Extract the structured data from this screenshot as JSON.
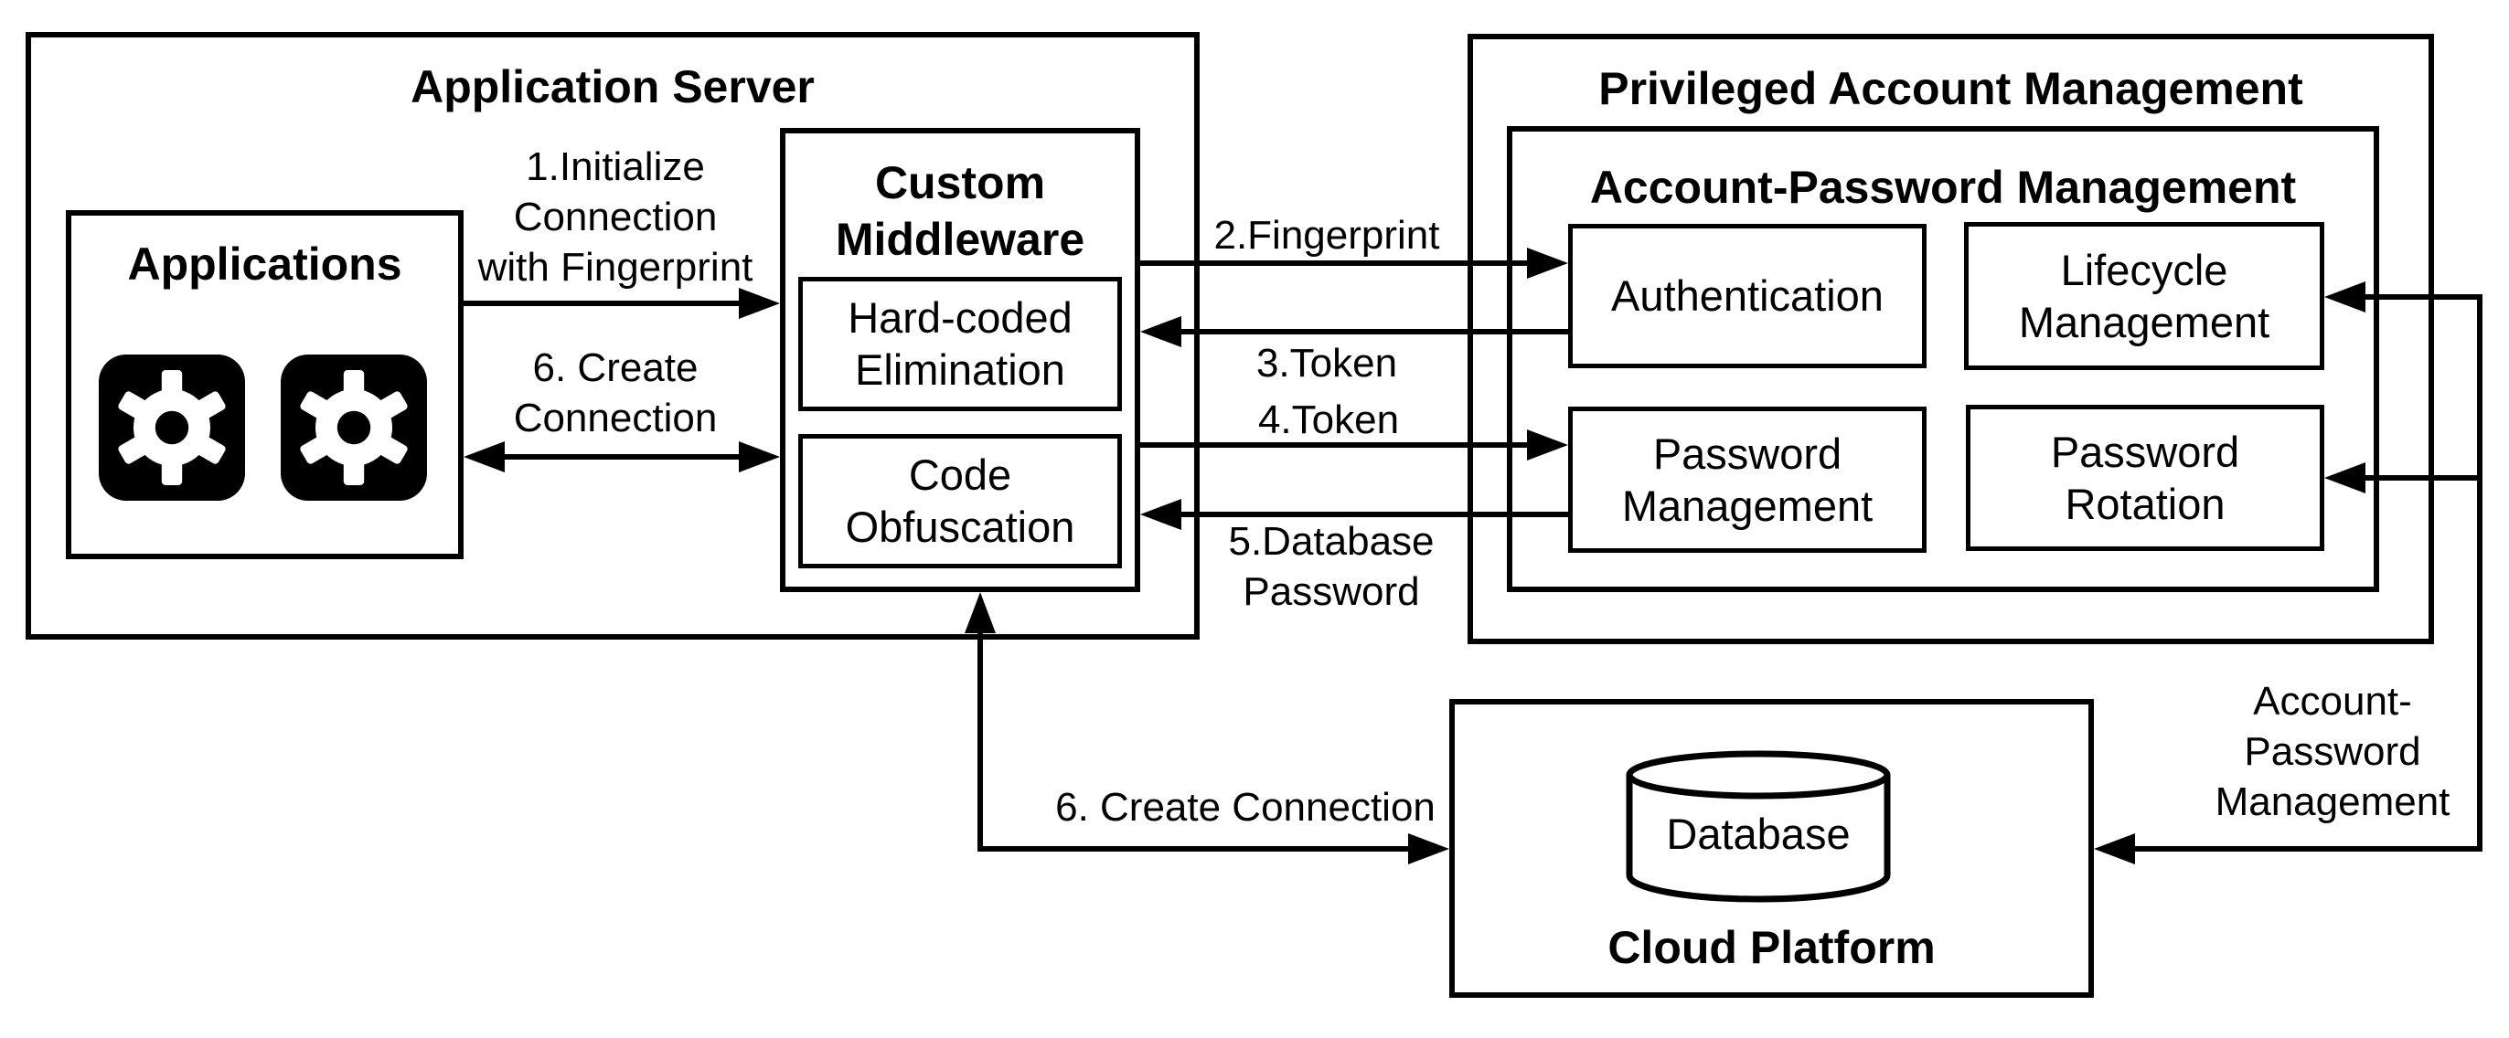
{
  "diagram": {
    "app_server": {
      "title": "Application Server"
    },
    "applications": {
      "title": "Applications",
      "icons": [
        "gear-icon",
        "gear-icon"
      ]
    },
    "custom_middleware": {
      "title": "Custom\nMiddleware",
      "hard_coded": "Hard-coded\nElimination",
      "obfuscation": "Code\nObfuscation"
    },
    "pam": {
      "title": "Privileged Account Management"
    },
    "apm": {
      "title": "Account-Password Management",
      "authentication": "Authentication",
      "lifecycle": "Lifecycle\nManagement",
      "password_management": "Password\nManagement",
      "password_rotation": "Password\nRotation"
    },
    "cloud": {
      "title": "Cloud Platform",
      "database": "Database",
      "icon": "database-cylinder-icon"
    },
    "flows": {
      "init": "1.Initialize\nConnection\nwith Fingerprint",
      "create_top": "6. Create\nConnection",
      "fingerprint": "2.Fingerprint",
      "token_3": "3.Token",
      "token_4": "4.Token",
      "db_password": "5.Database\nPassword",
      "create_bottom": "6. Create Connection",
      "apm_side": "Account-\nPassword\nManagement"
    },
    "colors": {
      "line": "#000000",
      "background": "#ffffff"
    }
  }
}
